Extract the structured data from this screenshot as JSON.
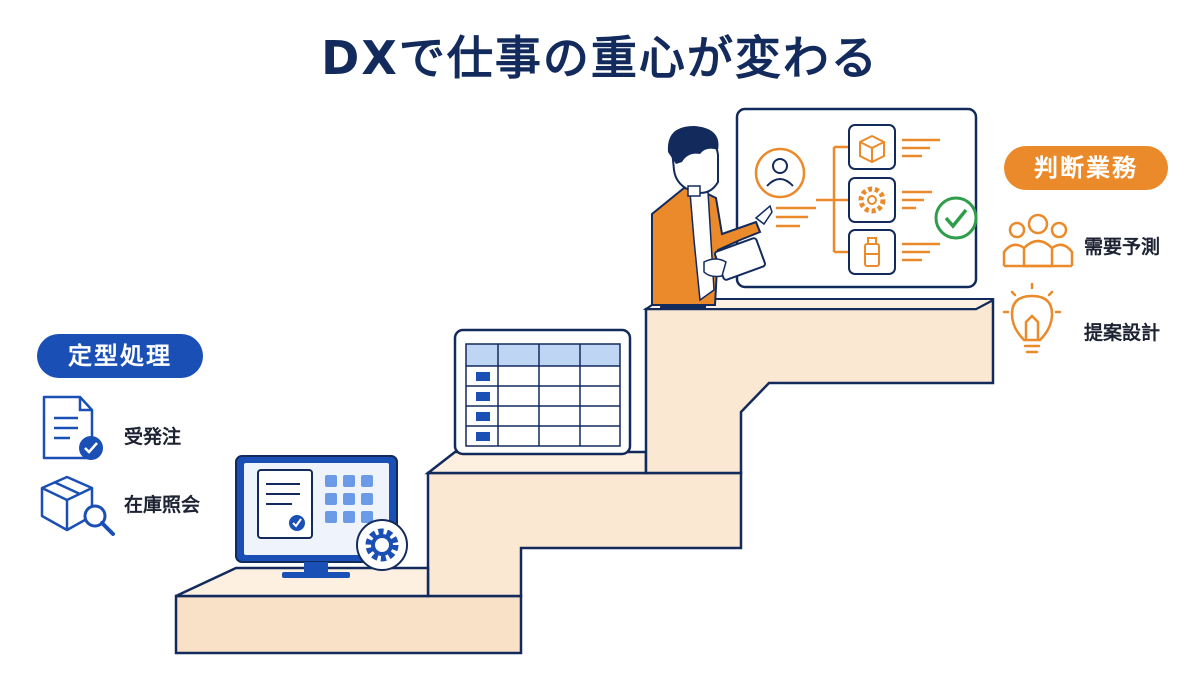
{
  "title": "DXで仕事の重心が変わる",
  "routine": {
    "heading": "定型処理",
    "items": [
      {
        "label": "受発注",
        "icon": "document-check-icon"
      },
      {
        "label": "在庫照会",
        "icon": "box-search-icon"
      }
    ]
  },
  "judgment": {
    "heading": "判断業務",
    "items": [
      {
        "label": "需要予測",
        "icon": "people-group-icon"
      },
      {
        "label": "提案設計",
        "icon": "lightbulb-icon"
      }
    ]
  },
  "colors": {
    "navy": "#132a5c",
    "blue": "#1a4fb5",
    "orange": "#ea8a2a",
    "stair_fill": "#fbe9d4",
    "green_check": "#2e9e4a"
  }
}
